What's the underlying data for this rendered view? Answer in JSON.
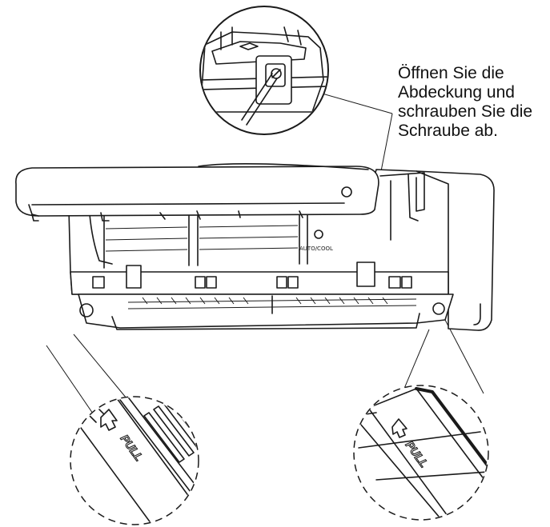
{
  "instruction": {
    "lines": [
      "Öffnen Sie die",
      "Abdeckung und",
      "schrauben Sie die",
      "Schraube ab."
    ]
  },
  "labels": {
    "auto_button": "AUTO/COOL",
    "pull_left": "PULL",
    "pull_right": "PULL"
  }
}
